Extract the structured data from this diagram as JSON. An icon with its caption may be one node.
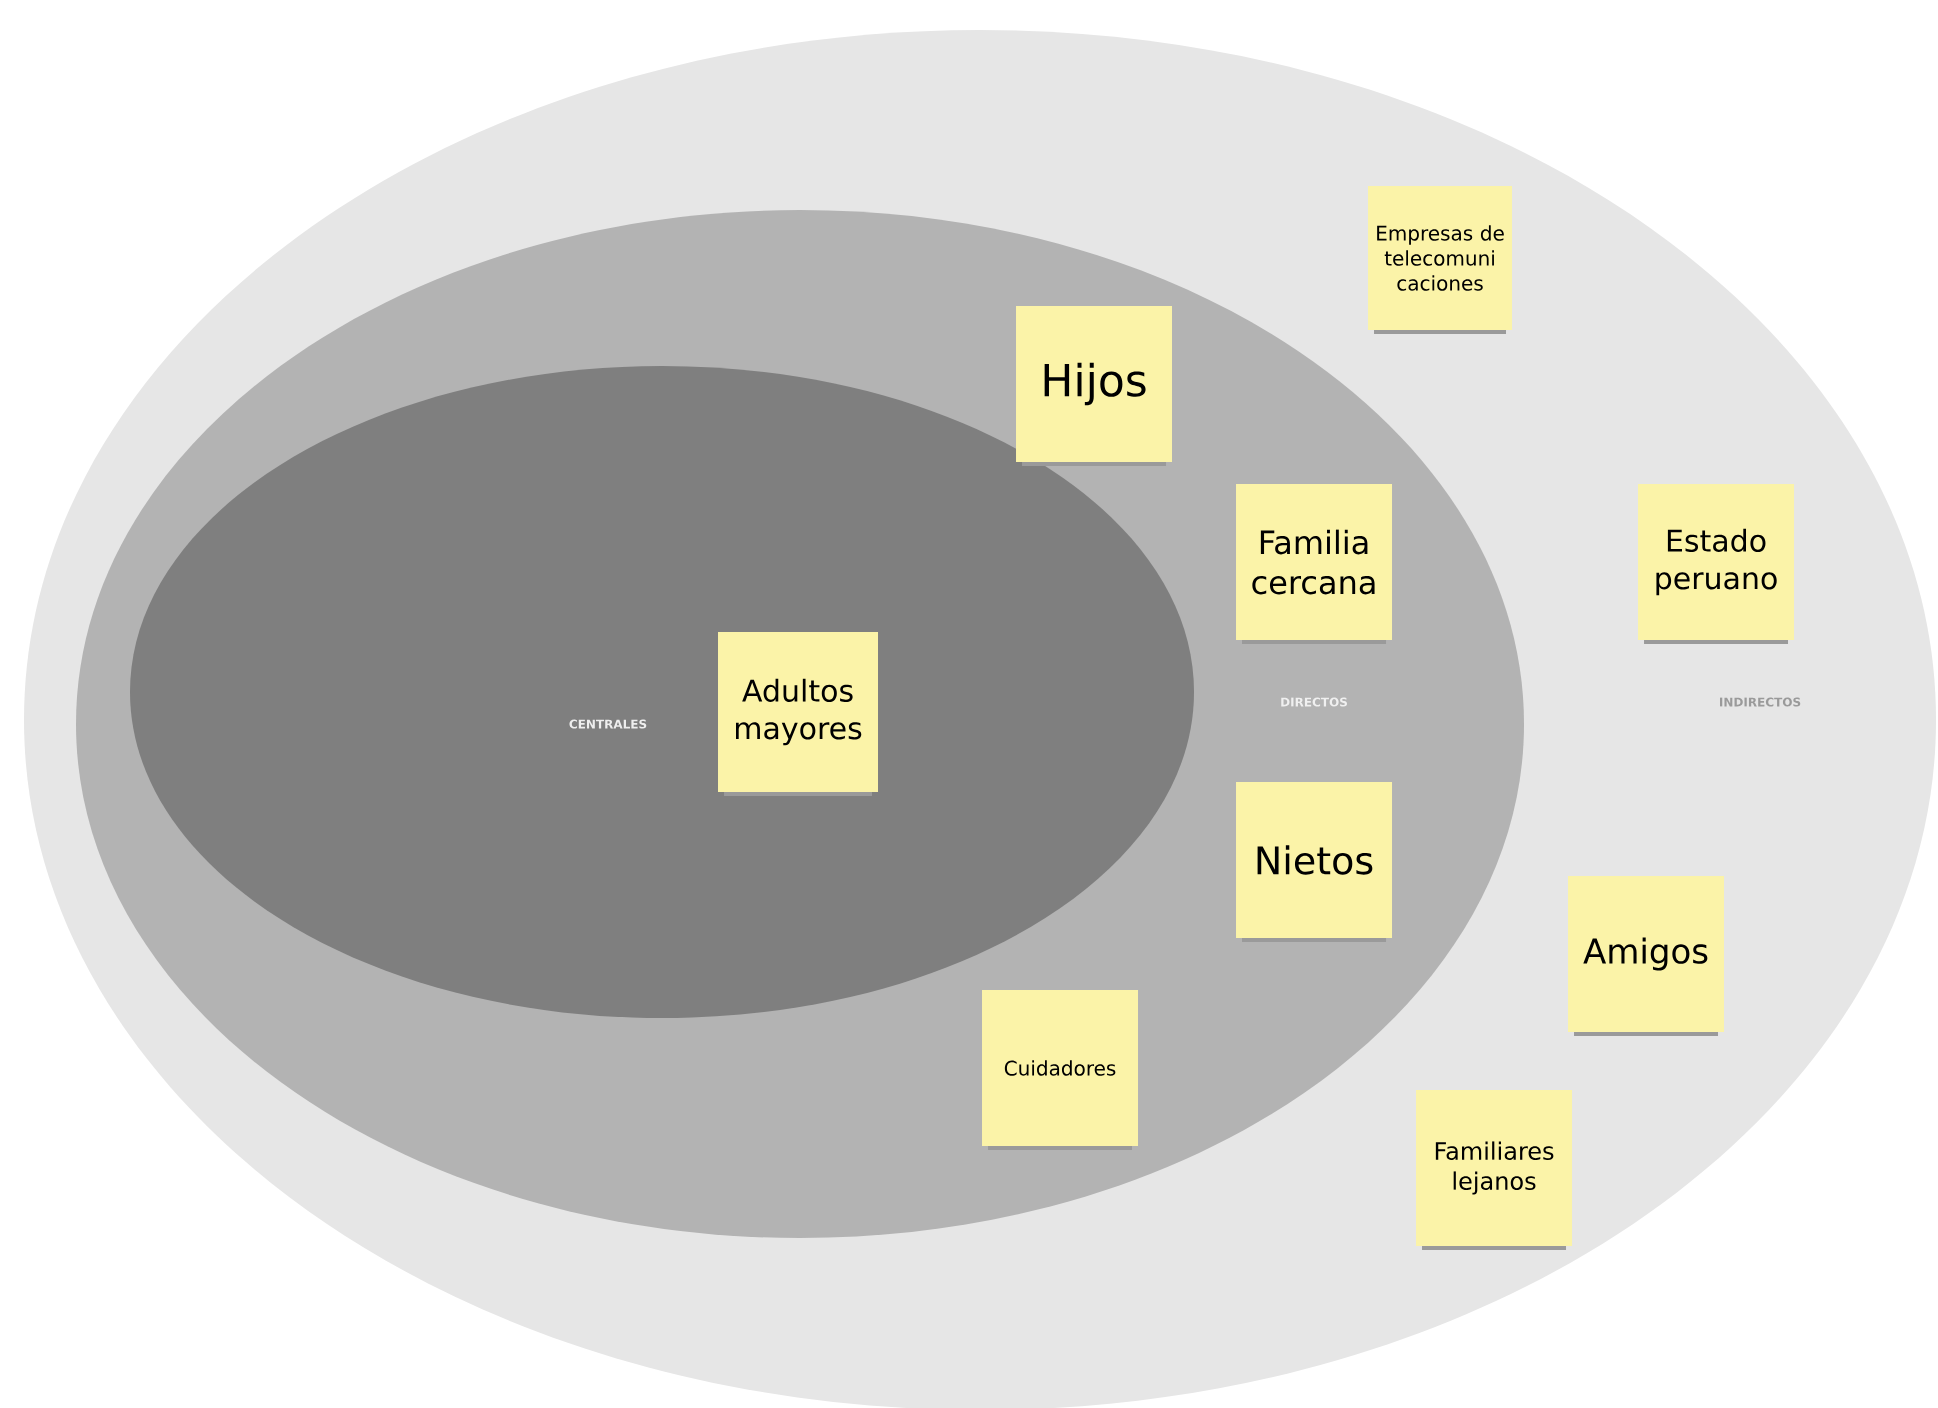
{
  "diagram": {
    "nodes": [
      {
        "text": [
          "INDIRECTOS"
        ]
      },
      {
        "text": [
          "DIRECTOS"
        ],
        "in": 0
      },
      {
        "text": [
          "CENTRALES"
        ],
        "in": 1
      },
      {
        "text": [
          "Adultos mayores"
        ],
        "in": 2
      },
      {
        "text": [
          "Empresas de telecomuni caciones"
        ],
        "in": 0
      },
      {
        "text": [
          "Hijos"
        ],
        "in": 1
      },
      {
        "text": [
          "Familia cercana"
        ],
        "in": 1
      },
      {
        "text": [
          "Estado peruano"
        ],
        "in": 0
      },
      {
        "text": [
          "Nietos"
        ],
        "in": 1
      },
      {
        "text": [
          "Amigos"
        ],
        "in": 0
      },
      {
        "text": [
          "Cuidadores"
        ],
        "in": 1
      },
      {
        "text": [
          "Familiares lejanos"
        ],
        "in": 0
      }
    ]
  }
}
